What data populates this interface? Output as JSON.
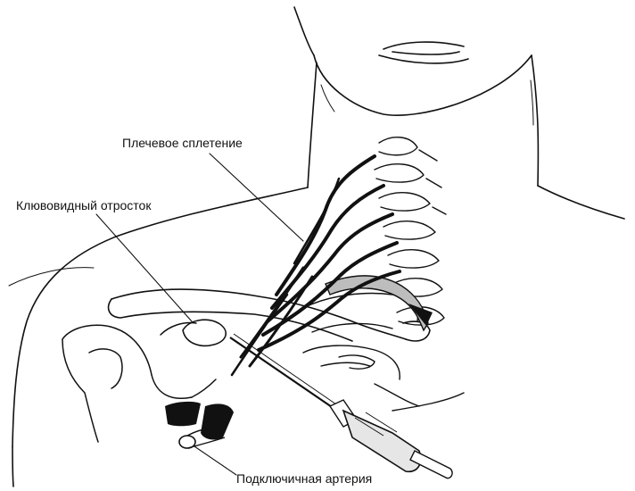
{
  "labels": {
    "brachial_plexus": "Плечевое сплетение",
    "coracoid_process": "Клювовидный отросток",
    "subclavian_artery": "Подключичная артерия"
  },
  "colors": {
    "ink": "#111111",
    "background": "#ffffff",
    "stipple": "#8a8a8a"
  }
}
